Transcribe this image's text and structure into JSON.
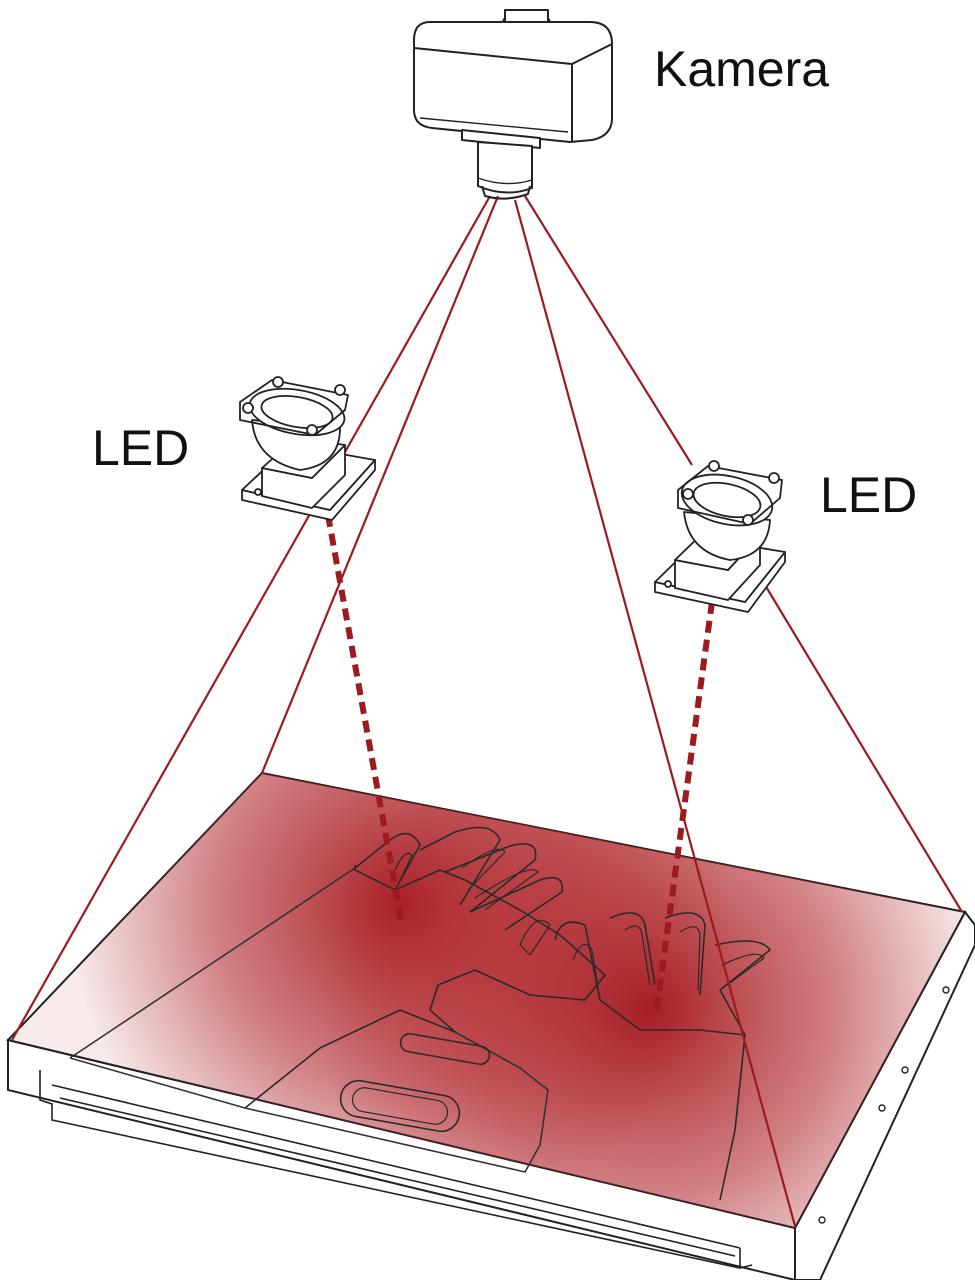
{
  "labels": {
    "camera": "Kamera",
    "led_left": "LED",
    "led_right": "LED"
  },
  "colors": {
    "beam": "#9b1b1f",
    "glow": "#a3161c",
    "outline": "#222222",
    "background": "#ffffff"
  }
}
